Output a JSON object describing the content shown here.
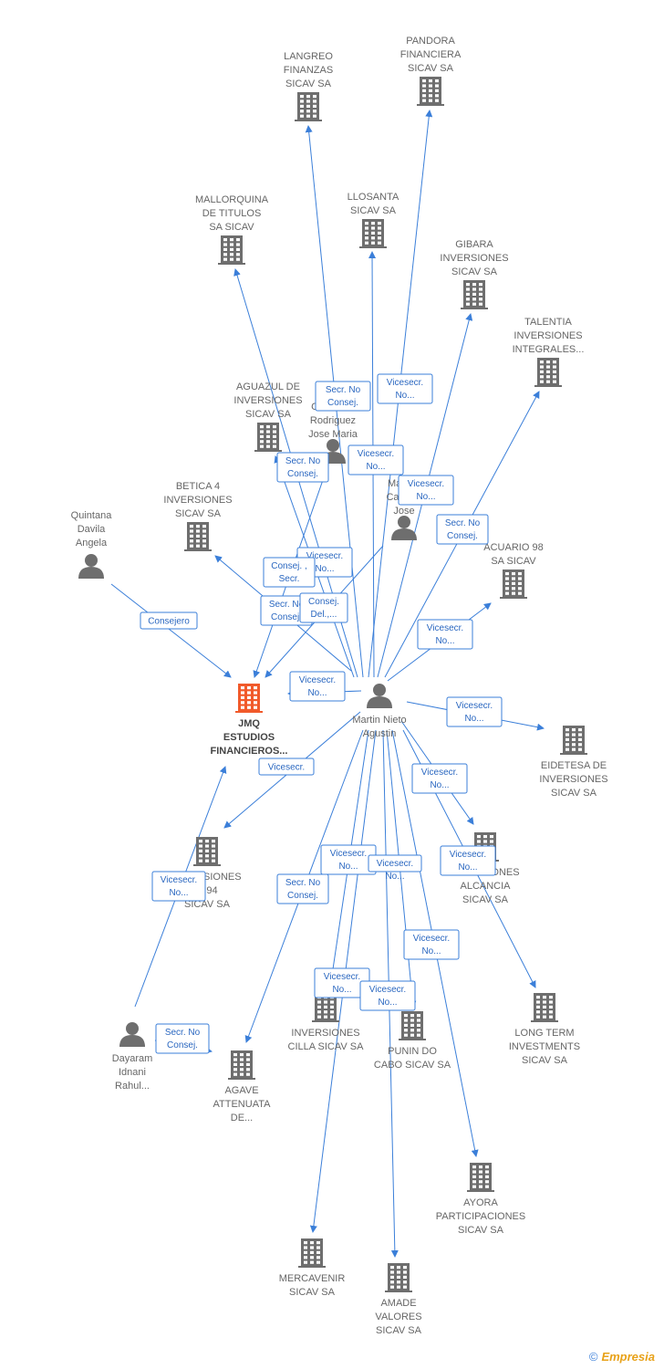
{
  "diagram": {
    "colors": {
      "edge": "#3b7fd9",
      "company": "#6e6e6e",
      "person": "#6e6e6e",
      "highlight": "#f15a2b"
    },
    "nodes": [
      {
        "id": "jmq",
        "type": "company",
        "highlight": true,
        "lines": [
          "JMQ",
          "ESTUDIOS",
          "FINANCIEROS..."
        ]
      },
      {
        "id": "martin",
        "type": "person",
        "lines": [
          "Martin Nieto",
          "Agustin"
        ]
      },
      {
        "id": "quintana",
        "type": "person",
        "lines": [
          "Quintana",
          "Davila",
          "Angela"
        ]
      },
      {
        "id": "dayaram",
        "type": "person",
        "lines": [
          "Dayaram",
          "Idnani",
          "Rahul..."
        ]
      },
      {
        "id": "chinchilla",
        "type": "person",
        "lines": [
          "Chinchilla",
          "Rodriguez",
          "Jose Maria"
        ]
      },
      {
        "id": "marcos",
        "type": "person",
        "lines": [
          "Marcos",
          "Camara",
          "Jose"
        ]
      },
      {
        "id": "langreo",
        "type": "company",
        "lines": [
          "LANGREO",
          "FINANZAS",
          "SICAV SA"
        ]
      },
      {
        "id": "pandora",
        "type": "company",
        "lines": [
          "PANDORA",
          "FINANCIERA",
          "SICAV SA"
        ]
      },
      {
        "id": "mallorquina",
        "type": "company",
        "lines": [
          "MALLORQUINA",
          "DE TITULOS",
          "SA SICAV"
        ]
      },
      {
        "id": "llosanta",
        "type": "company",
        "lines": [
          "LLOSANTA",
          "SICAV SA"
        ]
      },
      {
        "id": "gibara",
        "type": "company",
        "lines": [
          "GIBARA",
          "INVERSIONES",
          "SICAV SA"
        ]
      },
      {
        "id": "talentia",
        "type": "company",
        "lines": [
          "TALENTIA",
          "INVERSIONES",
          "INTEGRALES..."
        ]
      },
      {
        "id": "aguazul",
        "type": "company",
        "lines": [
          "AGUAZUL DE",
          "INVERSIONES",
          "SICAV SA"
        ]
      },
      {
        "id": "betica",
        "type": "company",
        "lines": [
          "BETICA 4",
          "INVERSIONES",
          "SICAV SA"
        ]
      },
      {
        "id": "acuario",
        "type": "company",
        "lines": [
          "ACUARIO 98",
          "SA SICAV"
        ]
      },
      {
        "id": "eidetesa",
        "type": "company",
        "lines": [
          "EIDETESA DE",
          "INVERSIONES",
          "SICAV SA"
        ]
      },
      {
        "id": "n94",
        "type": "company",
        "lines": [
          "INVERSIONES",
          "N 94",
          "SICAV SA"
        ]
      },
      {
        "id": "alcancia",
        "type": "company",
        "lines": [
          "INVERSIONES",
          "ALCANCIA",
          "SICAV SA"
        ]
      },
      {
        "id": "longterm",
        "type": "company",
        "lines": [
          "LONG TERM",
          "INVESTMENTS",
          "SICAV SA"
        ]
      },
      {
        "id": "cilla",
        "type": "company",
        "lines": [
          "INVERSIONES",
          "CILLA SICAV SA"
        ]
      },
      {
        "id": "punin",
        "type": "company",
        "lines": [
          "PUNIN DO",
          "CABO SICAV SA"
        ]
      },
      {
        "id": "agave",
        "type": "company",
        "lines": [
          "AGAVE",
          "ATTENUATA",
          "DE..."
        ]
      },
      {
        "id": "ayora",
        "type": "company",
        "lines": [
          "AYORA",
          "PARTICIPACIONES",
          "SICAV SA"
        ]
      },
      {
        "id": "mercavenir",
        "type": "company",
        "lines": [
          "MERCAVENIR",
          "SICAV SA"
        ]
      },
      {
        "id": "amade",
        "type": "company",
        "lines": [
          "AMADE",
          "VALORES",
          "SICAV SA"
        ]
      }
    ],
    "edges": [
      {
        "from": "martin",
        "to": "langreo",
        "label": [
          "Secr.  No",
          "Consej."
        ]
      },
      {
        "from": "martin",
        "to": "pandora",
        "label": [
          "Vicesecr.",
          "No..."
        ]
      },
      {
        "from": "martin",
        "to": "mallorquina",
        "label": [
          "Vicesecr.",
          "No..."
        ]
      },
      {
        "from": "martin",
        "to": "llosanta",
        "label": [
          "Vicesecr.",
          "No..."
        ]
      },
      {
        "from": "martin",
        "to": "gibara",
        "label": [
          "Vicesecr.",
          "No..."
        ]
      },
      {
        "from": "martin",
        "to": "talentia",
        "label": [
          "Secr.  No",
          "Consej."
        ]
      },
      {
        "from": "martin",
        "to": "aguazul",
        "label": [
          "Consej. ,",
          "Secr."
        ]
      },
      {
        "from": "martin",
        "to": "betica",
        "label": [
          "Secr.  No",
          "Consej."
        ]
      },
      {
        "from": "martin",
        "to": "acuario",
        "label": [
          "Vicesecr.",
          "No..."
        ]
      },
      {
        "from": "martin",
        "to": "jmq",
        "label": [
          "Vicesecr.",
          "No..."
        ]
      },
      {
        "from": "martin",
        "to": "eidetesa",
        "label": [
          "Vicesecr.",
          "No..."
        ]
      },
      {
        "from": "martin",
        "to": "n94",
        "label": [
          "Vicesecr."
        ]
      },
      {
        "from": "martin",
        "to": "alcancia",
        "label": [
          "Vicesecr.",
          "No..."
        ]
      },
      {
        "from": "martin",
        "to": "longterm",
        "label": [
          "Vicesecr.",
          "No..."
        ]
      },
      {
        "from": "martin",
        "to": "cilla",
        "label": [
          "Vicesecr.",
          "No..."
        ]
      },
      {
        "from": "martin",
        "to": "punin",
        "label": [
          "Vicesecr.",
          "No..."
        ]
      },
      {
        "from": "martin",
        "to": "agave",
        "label": [
          "Secr.  No",
          "Consej."
        ]
      },
      {
        "from": "martin",
        "to": "ayora",
        "label": [
          "Vicesecr.",
          "No..."
        ]
      },
      {
        "from": "martin",
        "to": "mercavenir",
        "label": [
          "Vicesecr.",
          "No..."
        ]
      },
      {
        "from": "martin",
        "to": "amade",
        "label": [
          "Vicesecr.",
          "No..."
        ]
      },
      {
        "from": "quintana",
        "to": "jmq",
        "label": [
          "Consejero"
        ]
      },
      {
        "from": "dayaram",
        "to": "jmq",
        "label": [
          "Vicesecr.",
          "No..."
        ]
      },
      {
        "from": "dayaram",
        "to": "agave",
        "label": [
          "Secr.  No",
          "Consej."
        ]
      },
      {
        "from": "chinchilla",
        "to": "jmq",
        "label": [
          "Secr.  No",
          "Consej."
        ]
      },
      {
        "from": "marcos",
        "to": "jmq",
        "label": [
          "Consej.",
          "Del.,..."
        ]
      }
    ]
  },
  "footer": {
    "copyright": "©",
    "brand": "Empresia"
  }
}
